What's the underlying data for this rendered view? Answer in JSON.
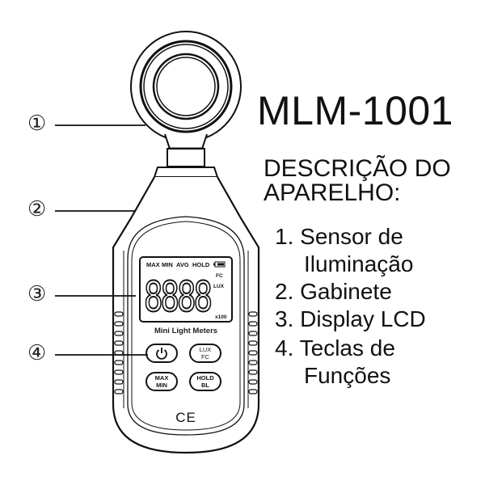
{
  "title": "MLM-1001",
  "subtitle": {
    "line1": "DESCRIÇÃO DO",
    "line2": "APARELHO:"
  },
  "description_list": [
    {
      "number": "1.",
      "line1": "Sensor de",
      "line2": "Iluminação"
    },
    {
      "number": "2.",
      "line1": "Gabinete",
      "line2": ""
    },
    {
      "number": "3.",
      "line1": "Display LCD",
      "line2": ""
    },
    {
      "number": "4.",
      "line1": "Teclas de",
      "line2": "Funções"
    }
  ],
  "callouts": [
    {
      "label": "①",
      "target": "sensor"
    },
    {
      "label": "②",
      "target": "cabinet"
    },
    {
      "label": "③",
      "target": "lcd-display"
    },
    {
      "label": "④",
      "target": "function-keys"
    }
  ],
  "device": {
    "lcd_indicators": [
      "MAX",
      "MIN",
      "AVG",
      "HOLD"
    ],
    "lcd_digits": "8888",
    "lcd_unit_fc": "FC",
    "lcd_unit_lux": "LUX",
    "lcd_multiplier": "x100",
    "model_label": "Mini Light Meters",
    "buttons": [
      {
        "name": "power",
        "line1": "⏻",
        "line2": ""
      },
      {
        "name": "lux-fc",
        "line1": "LUX",
        "line2": "FC"
      },
      {
        "name": "max-min",
        "line1": "MAX",
        "line2": "MIN"
      },
      {
        "name": "hold-bl",
        "line1": "HOLD",
        "line2": "BL"
      }
    ],
    "certification_mark": "CE"
  }
}
